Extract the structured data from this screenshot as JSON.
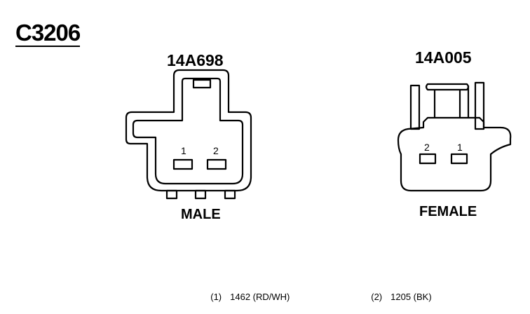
{
  "connector_id": "C3206",
  "male": {
    "part_number": "14A698",
    "label": "MALE",
    "pins": [
      "1",
      "2"
    ]
  },
  "female": {
    "part_number": "14A005",
    "label": "FEMALE",
    "pins": [
      "2",
      "1"
    ]
  },
  "legend": [
    {
      "pin": "(1)",
      "circuit": "1462 (RD/WH)"
    },
    {
      "pin": "(2)",
      "circuit": "1205 (BK)"
    }
  ]
}
